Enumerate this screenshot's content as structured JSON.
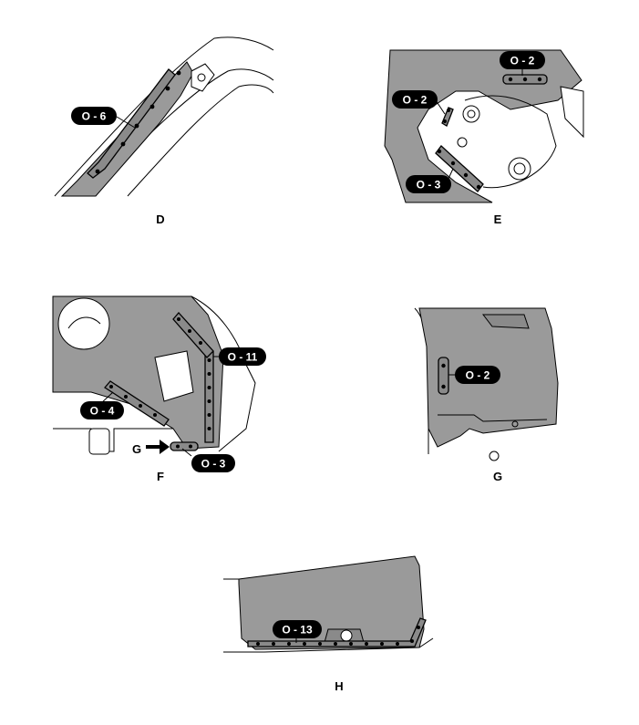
{
  "colors": {
    "panel": "#9a9a9a",
    "panel_dark": "#7f7f7f",
    "line": "#000000",
    "label_bg": "#000000",
    "label_text": "#ffffff"
  },
  "figures": {
    "d": {
      "caption": "D",
      "labels": [
        "O - 6"
      ]
    },
    "e": {
      "caption": "E",
      "labels": [
        "O - 2",
        "O - 2",
        "O - 3"
      ]
    },
    "f": {
      "caption": "F",
      "labels": [
        "O - 11",
        "O - 4",
        "O - 3"
      ],
      "arrow_label": "G"
    },
    "g": {
      "caption": "G",
      "labels": [
        "O - 2"
      ]
    },
    "h": {
      "caption": "H",
      "labels": [
        "O - 13"
      ]
    }
  }
}
